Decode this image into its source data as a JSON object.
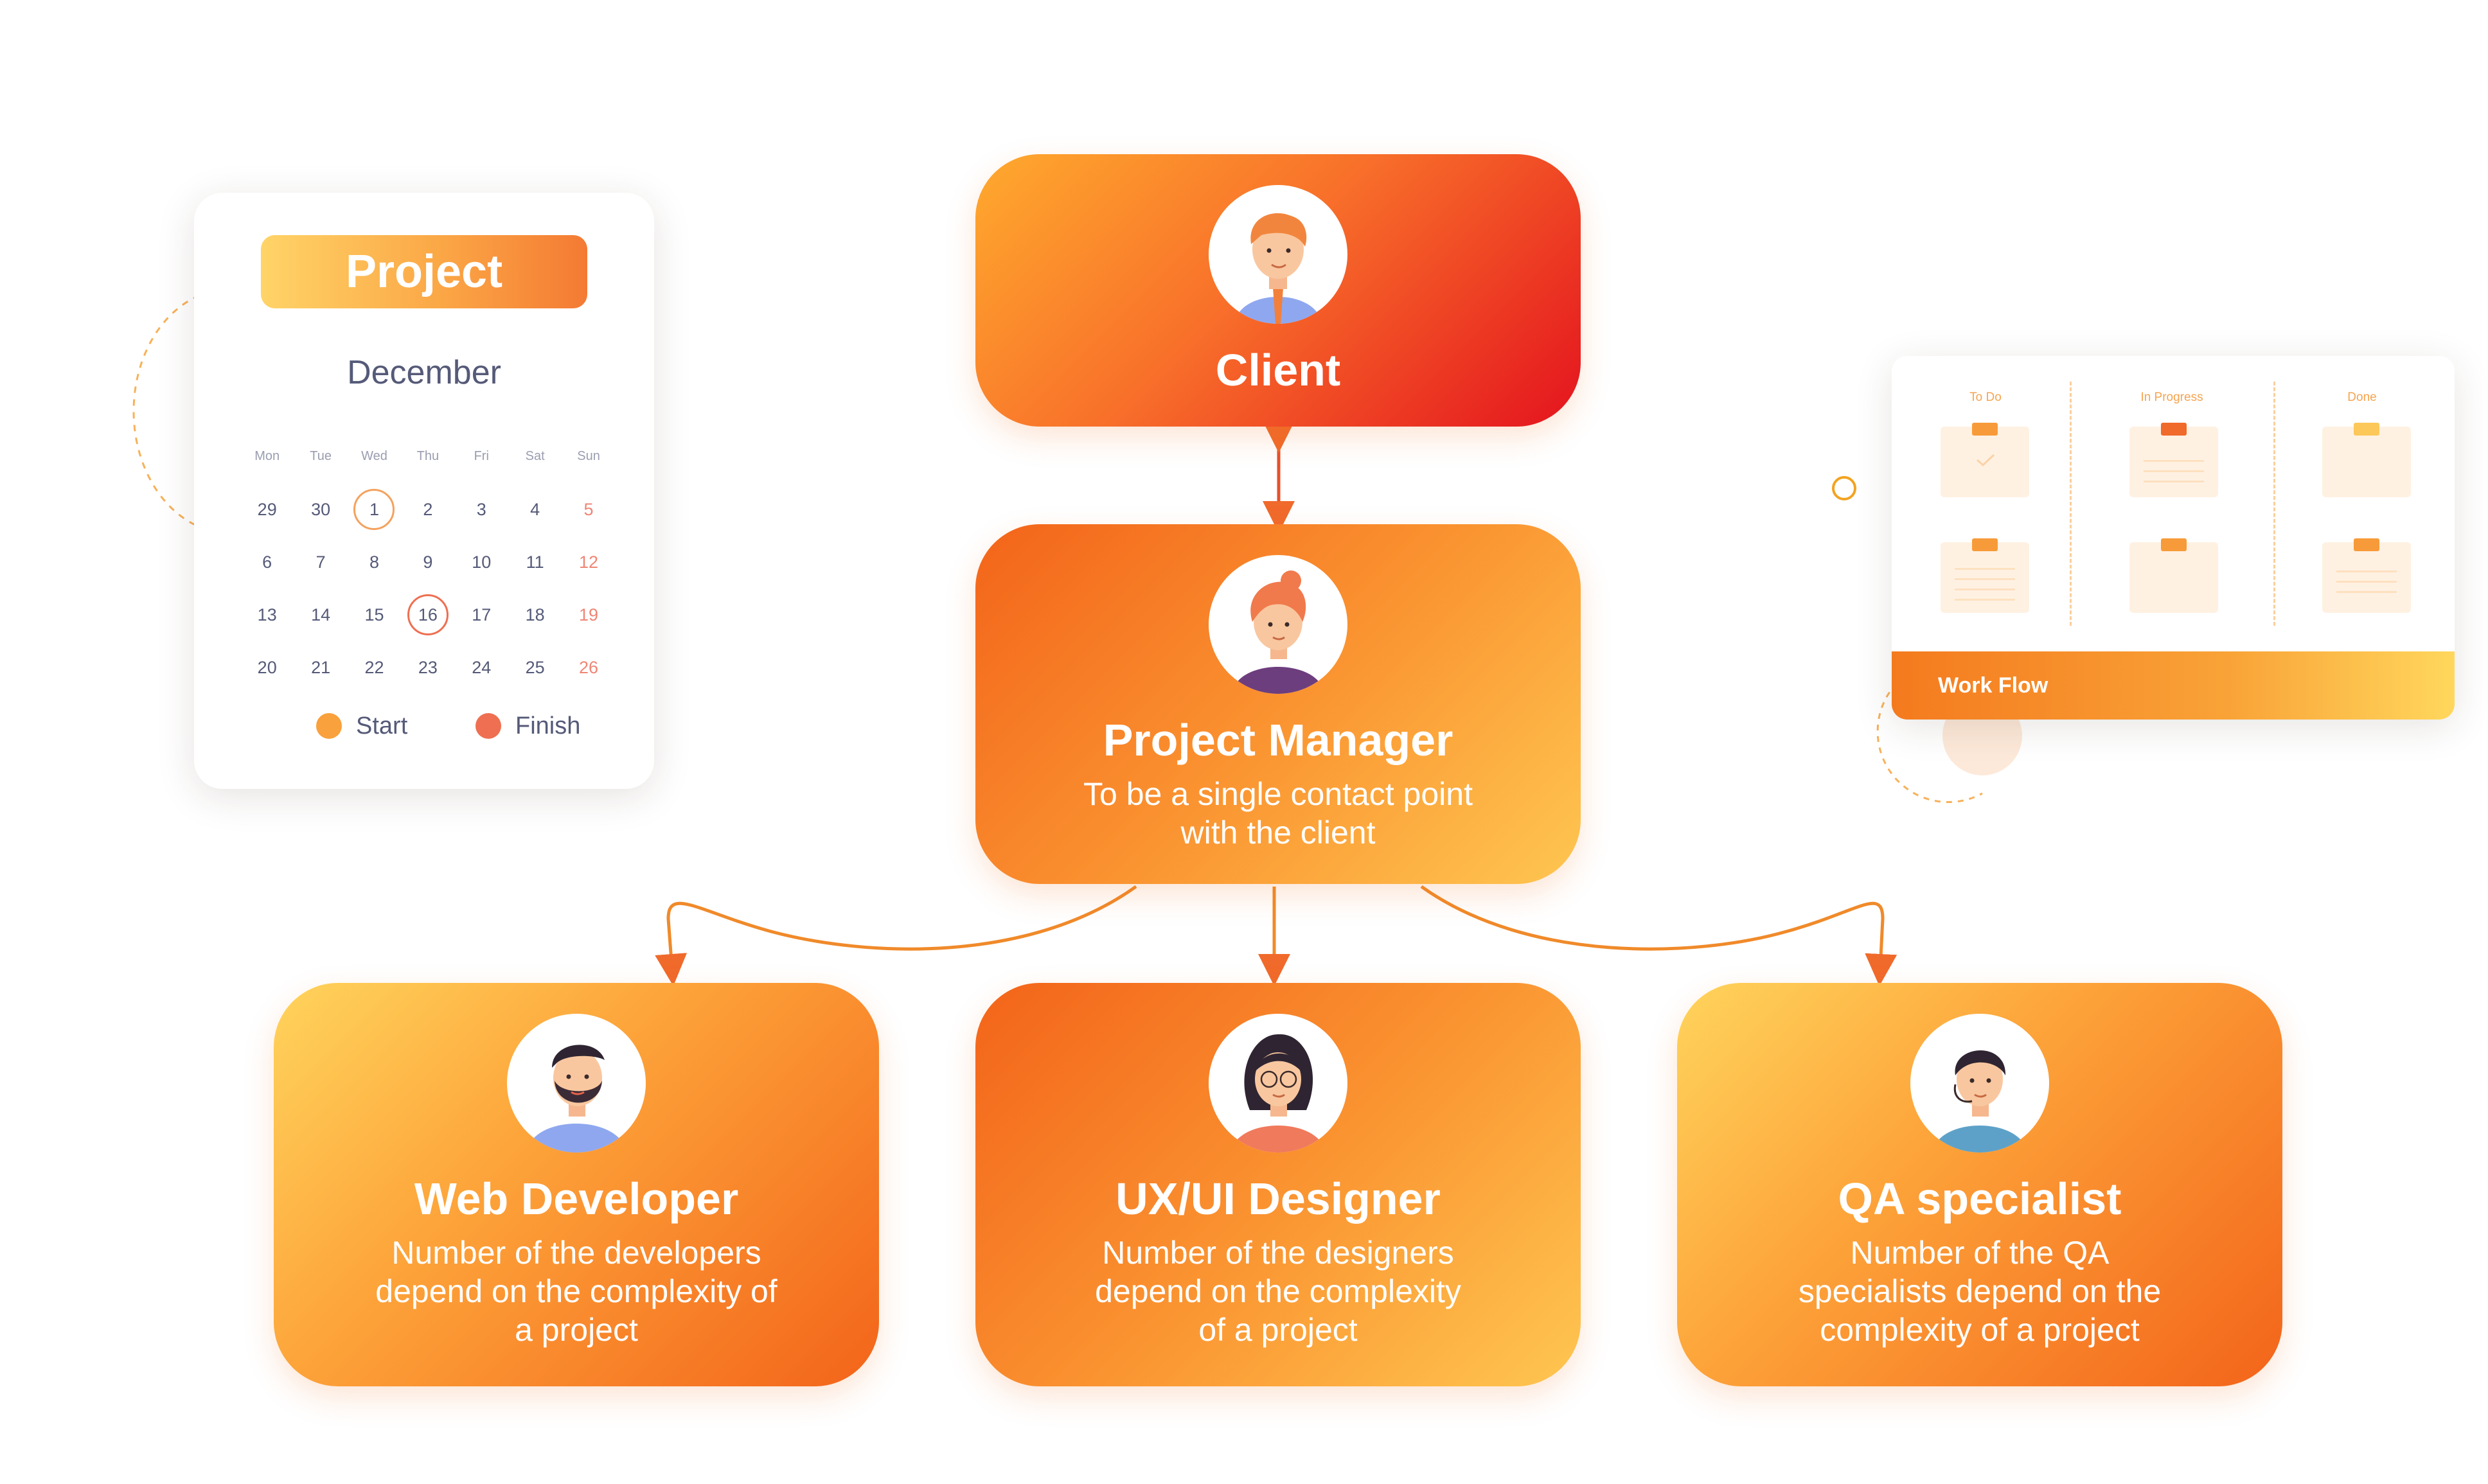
{
  "calendar": {
    "title": "Project",
    "month": "December",
    "weekdays": [
      "Mon",
      "Tue",
      "Wed",
      "Thu",
      "Fri",
      "Sat",
      "Sun"
    ],
    "weeks": [
      [
        "29",
        "30",
        "1",
        "2",
        "3",
        "4",
        "5"
      ],
      [
        "6",
        "7",
        "8",
        "9",
        "10",
        "11",
        "12"
      ],
      [
        "13",
        "14",
        "15",
        "16",
        "17",
        "18",
        "19"
      ],
      [
        "20",
        "21",
        "22",
        "23",
        "24",
        "25",
        "26"
      ]
    ],
    "start_day": "1",
    "finish_day": "16",
    "legend": {
      "start_label": "Start",
      "finish_label": "Finish"
    },
    "colors": {
      "start": "#f9a13c",
      "finish": "#ee6f51",
      "weekend": "#f08575"
    }
  },
  "workflow": {
    "columns": [
      "To Do",
      "In Progress",
      "Done"
    ],
    "footer_label": "Work Flow"
  },
  "roles": {
    "client": {
      "name": "Client",
      "avatar_icon": "client-avatar-icon"
    },
    "project_manager": {
      "name": "Project Manager",
      "description_lines": [
        "To be a single contact point",
        "with the client"
      ],
      "avatar_icon": "project-manager-avatar-icon"
    },
    "web_developer": {
      "name": "Web Developer",
      "description_lines": [
        "Number of the developers",
        "depend on the complexity of",
        "a project"
      ],
      "avatar_icon": "web-developer-avatar-icon"
    },
    "designer": {
      "name": "UX/UI Designer",
      "description_lines": [
        "Number of the designers",
        "depend on the complexity",
        "of a project"
      ],
      "avatar_icon": "designer-avatar-icon"
    },
    "qa": {
      "name": "QA specialist",
      "description_lines": [
        "Number of the QA",
        "specialists depend on the",
        "complexity of a project"
      ],
      "avatar_icon": "qa-avatar-icon"
    }
  },
  "colors": {
    "accent_orange": "#f68b2a",
    "client_red": "#e4131e",
    "connector": "#f08a2a"
  }
}
